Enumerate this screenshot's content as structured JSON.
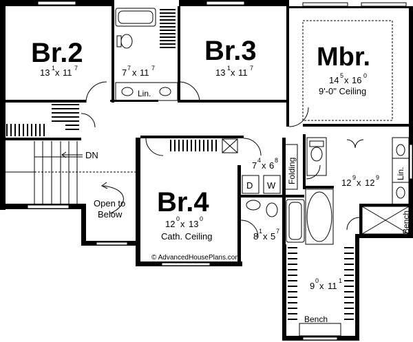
{
  "rooms": {
    "br2": {
      "name": "Br.2",
      "w": "13",
      "w_in": "1",
      "d": "11",
      "d_in": "7"
    },
    "bath2": {
      "w": "7",
      "w_in": "7",
      "d": "11",
      "d_in": "7"
    },
    "br3": {
      "name": "Br.3",
      "w": "13",
      "w_in": "1",
      "d": "11",
      "d_in": "7"
    },
    "mbr": {
      "name": "Mbr.",
      "w": "14",
      "w_in": "5",
      "d": "16",
      "d_in": "0",
      "ceiling": "9'-0\" Ceiling"
    },
    "laundry": {
      "w": "7",
      "w_in": "4",
      "d": "6",
      "d_in": "8"
    },
    "master_bath": {
      "w": "12",
      "w_in": "9",
      "d": "12",
      "d_in": "9"
    },
    "br4": {
      "name": "Br.4",
      "w": "12",
      "w_in": "0",
      "d": "13",
      "d_in": "0",
      "ceiling": "Cath. Ceiling"
    },
    "bath4": {
      "w": "8",
      "w_in": "1",
      "d": "5",
      "d_in": "7"
    },
    "master_closet": {
      "w": "9",
      "w_in": "0",
      "d": "11",
      "d_in": "1"
    }
  },
  "labels": {
    "lin1": "Lin.",
    "lin2": "Lin.",
    "dryer": "D",
    "washer": "W",
    "folding": "Folding",
    "dn": "DN",
    "open_to_below_1": "Open to",
    "open_to_below_2": "Below",
    "bench1": "Bench",
    "bench2": "Bench",
    "watermark": "© AdvancedHousePlans.com"
  },
  "colors": {
    "wall": "#000000",
    "background": "#ffffff",
    "line": "#555555"
  }
}
